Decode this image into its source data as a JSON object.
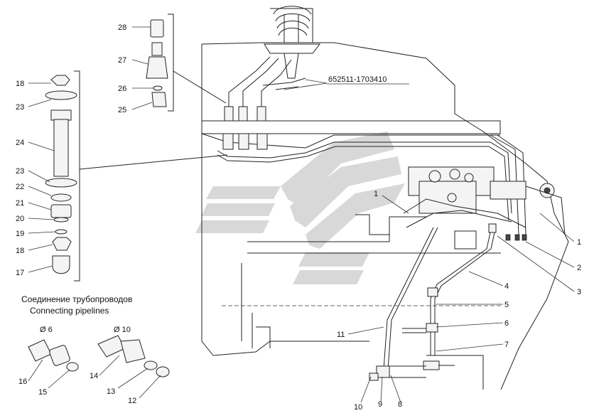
{
  "part_number": "652511-1703410",
  "caption": {
    "ru": "Соединение трубопроводов",
    "en": "Connecting pipelines"
  },
  "diameters": [
    "Ø 6",
    "Ø 10"
  ],
  "callouts": {
    "p1": "1",
    "p2": "2",
    "p3": "3",
    "p4": "4",
    "p5": "5",
    "p6": "6",
    "p7": "7",
    "p8": "8",
    "p9": "9",
    "p10": "10",
    "p11": "11",
    "p12": "12",
    "p13": "13",
    "p14": "14",
    "p15": "15",
    "p16": "16",
    "p17": "17",
    "p18": "18",
    "p18b": "18",
    "p19": "19",
    "p20": "20",
    "p21": "21",
    "p22": "22",
    "p23": "23",
    "p23b": "23",
    "p24": "24",
    "p25": "25",
    "p26": "26",
    "p27": "27",
    "p28": "28",
    "p1b": "1"
  },
  "colors": {
    "ink": "#222222",
    "watermark": "#d6d6d6",
    "background": "#ffffff"
  }
}
